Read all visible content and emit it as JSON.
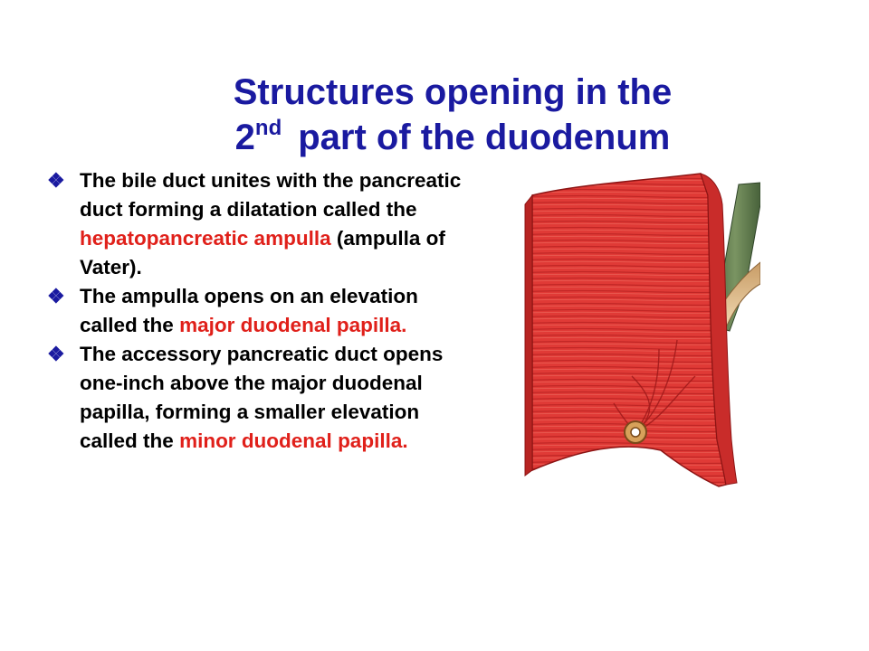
{
  "title": {
    "line1": "Structures opening in the",
    "line2_prefix": "2",
    "line2_sup": "nd",
    "line2_rest": "part of the duodenum"
  },
  "bullet_icon": "diamond-flower-icon",
  "bullets": [
    {
      "t1": "The bile duct unites with the pancreatic duct forming a dilatation called the",
      "h1": "hepatopancreatic ampulla",
      "t2": "(ampulla of Vater)."
    },
    {
      "t1": "The ampulla opens on an elevation called the",
      "h1": "major duodenal papilla."
    },
    {
      "t1": "The accessory pancreatic duct opens one-inch above the major duodenal papilla, forming a smaller elevation called the",
      "h1": "minor duodenal papilla."
    }
  ],
  "colors": {
    "title": "#1a1aa0",
    "highlight": "#e0201a",
    "muscle": "#e03a36",
    "bile_duct": "#5e7a4a",
    "pancreatic_duct": "#d9b98a"
  }
}
